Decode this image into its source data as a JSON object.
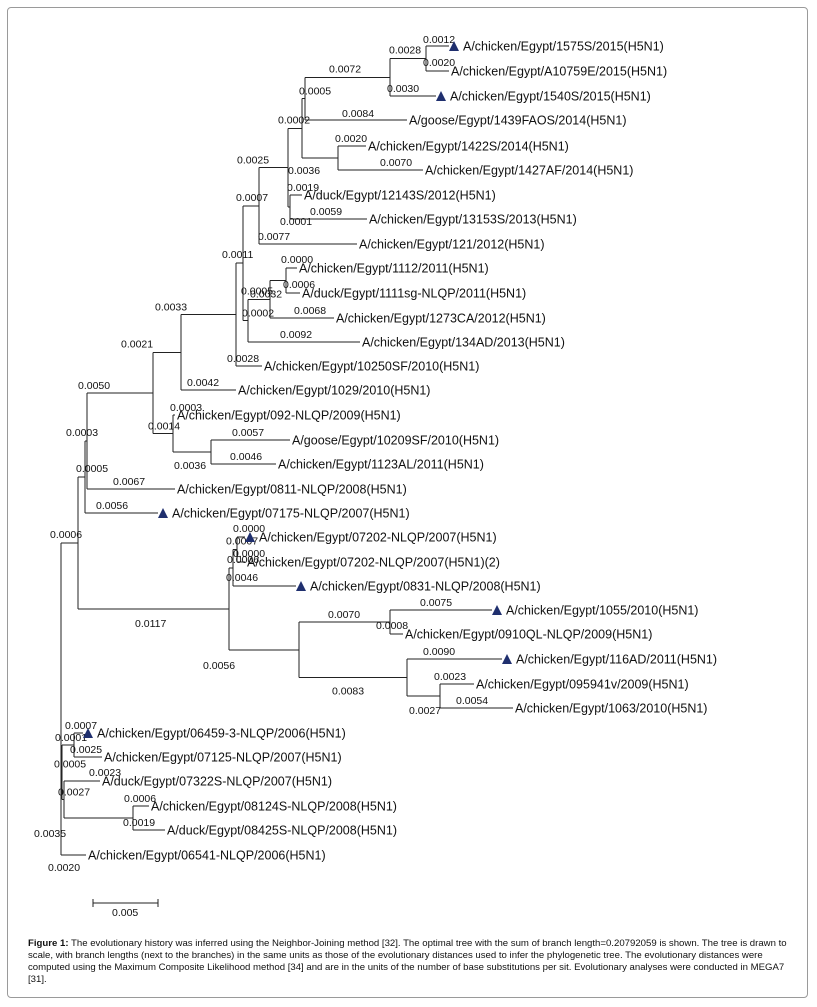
{
  "tree": {
    "leaves": {
      "L1": "A/chicken/Egypt/1575S/2015(H5N1)",
      "L2": "A/chicken/Egypt/A10759E/2015(H5N1)",
      "L3": "A/chicken/Egypt/1540S/2015(H5N1)",
      "L4": "A/goose/Egypt/1439FAOS/2014(H5N1)",
      "L5": "A/chicken/Egypt/1422S/2014(H5N1)",
      "L6": "A/chicken/Egypt/1427AF/2014(H5N1)",
      "L7": "A/duck/Egypt/12143S/2012(H5N1)",
      "L8": "A/chicken/Egypt/13153S/2013(H5N1)",
      "L9": "A/chicken/Egypt/121/2012(H5N1)",
      "L10": "A/chicken/Egypt/1112/2011(H5N1)",
      "L11": "A/duck/Egypt/1111sg-NLQP/2011(H5N1)",
      "L12": "A/chicken/Egypt/1273CA/2012(H5N1)",
      "L13": "A/chicken/Egypt/134AD/2013(H5N1)",
      "L14": "A/chicken/Egypt/10250SF/2010(H5N1)",
      "L15": "A/chicken/Egypt/1029/2010(H5N1)",
      "L16": "A/chicken/Egypt/092-NLQP/2009(H5N1)",
      "L17": "A/goose/Egypt/10209SF/2010(H5N1)",
      "L18": "A/chicken/Egypt/1123AL/2011(H5N1)",
      "L19": "A/chicken/Egypt/0811-NLQP/2008(H5N1)",
      "L20": "A/chicken/Egypt/07175-NLQP/2007(H5N1)",
      "L21": "A/chicken/Egypt/07202-NLQP/2007(H5N1)",
      "L22": "A/chicken/Egypt/07202-NLQP/2007(H5N1)(2)",
      "L23": "A/chicken/Egypt/0831-NLQP/2008(H5N1)",
      "L24": "A/chicken/Egypt/1055/2010(H5N1)",
      "L25": "A/chicken/Egypt/0910QL-NLQP/2009(H5N1)",
      "L26": "A/chicken/Egypt/116AD/2011(H5N1)",
      "L27": "A/chicken/Egypt/095941v/2009(H5N1)",
      "L28": "A/chicken/Egypt/1063/2010(H5N1)",
      "L29": "A/chicken/Egypt/06459-3-NLQP/2006(H5N1)",
      "L30": "A/chicken/Egypt/07125-NLQP/2007(H5N1)",
      "L31": "A/duck/Egypt/07322S-NLQP/2007(H5N1)",
      "L32": "A/chicken/Egypt/08124S-NLQP/2008(H5N1)",
      "L33": "A/duck/Egypt/08425S-NLQP/2008(H5N1)",
      "L34": "A/chicken/Egypt/06541-NLQP/2006(H5N1)"
    },
    "marked_leaves": [
      "L1",
      "L3",
      "L20",
      "L21",
      "L23",
      "L24",
      "L26",
      "L29"
    ],
    "branch_lengths": {
      "L1": "0.0012",
      "L2": "0.0020",
      "L3": "0.0030",
      "L4": "0.0084",
      "L5": "0.0020",
      "L6": "0.0070",
      "L7": "0.0019",
      "L8": "0.0059",
      "L9": "0.0077",
      "L10": "0.0000",
      "L11": "0.0006",
      "L12": "0.0068",
      "L13": "0.0092",
      "L14": "0.0028",
      "L15": "0.0042",
      "L16": "0.0003",
      "L17": "0.0057",
      "L18": "0.0046",
      "L19": "0.0067",
      "L20": "0.0056",
      "L21": "0.0000",
      "L22": "0.0000",
      "L23": "0.0046",
      "L24": "0.0075",
      "L25": "0.0008",
      "L26": "0.0090",
      "L27": "0.0023",
      "L28": "0.0054",
      "L29": "0.0007",
      "L30": "0.0025",
      "L31": "0.0023",
      "L32": "0.0006",
      "L33": "0.0019",
      "L34": "0.0020",
      "N_1575_A10759": "0.0028",
      "N_top3": "0.0072",
      "N_top4": "0.0005",
      "N_1422_1427": "0.0036",
      "N_top6": "0.0002",
      "N_121": "0.0025",
      "N_12143_13153": "0.0001",
      "N_big": "0.0007",
      "N_1112_1111": "0.0032",
      "N_1112_1273": "0.0005",
      "N_1112_134": "0.0002",
      "N_20001": "0.0011",
      "N_10250": "0.0033",
      "N_1029": "0.0021",
      "N_10209_1123": "0.0036",
      "N_092": "0.0014",
      "N_clade2010": "0.0050",
      "N_0811": "0.0003",
      "N_07175": "0.0005",
      "N_07202": "0.0007",
      "N_0831": "0.0006",
      "N_1055_0910": "0.0070",
      "N_0959_1063": "0.0027",
      "N_116": "0.0083",
      "N_BB": "0.0056",
      "N_2_2": "0.0117",
      "N_top": "0.0006",
      "N_06459_07125": "0.0001",
      "N_08124_08425": "0.0035",
      "N_07322": "0.0027",
      "N_low": "0.0005"
    },
    "scale_bar": "0.005"
  },
  "caption": {
    "label": "Figure 1:",
    "text": " The evolutionary history was inferred using the Neighbor-Joining method [32]. The optimal tree with the sum of branch length=0.20792059 is shown. The tree is drawn to scale, with branch lengths (next to the branches) in the same units as those of the evolutionary distances used to infer the phylogenetic tree. The evolutionary distances were computed using the Maximum Composite Likelihood method [34] and are in the units of the number of base substitutions per sit. Evolutionary analyses were conducted in MEGA7 [31]."
  }
}
